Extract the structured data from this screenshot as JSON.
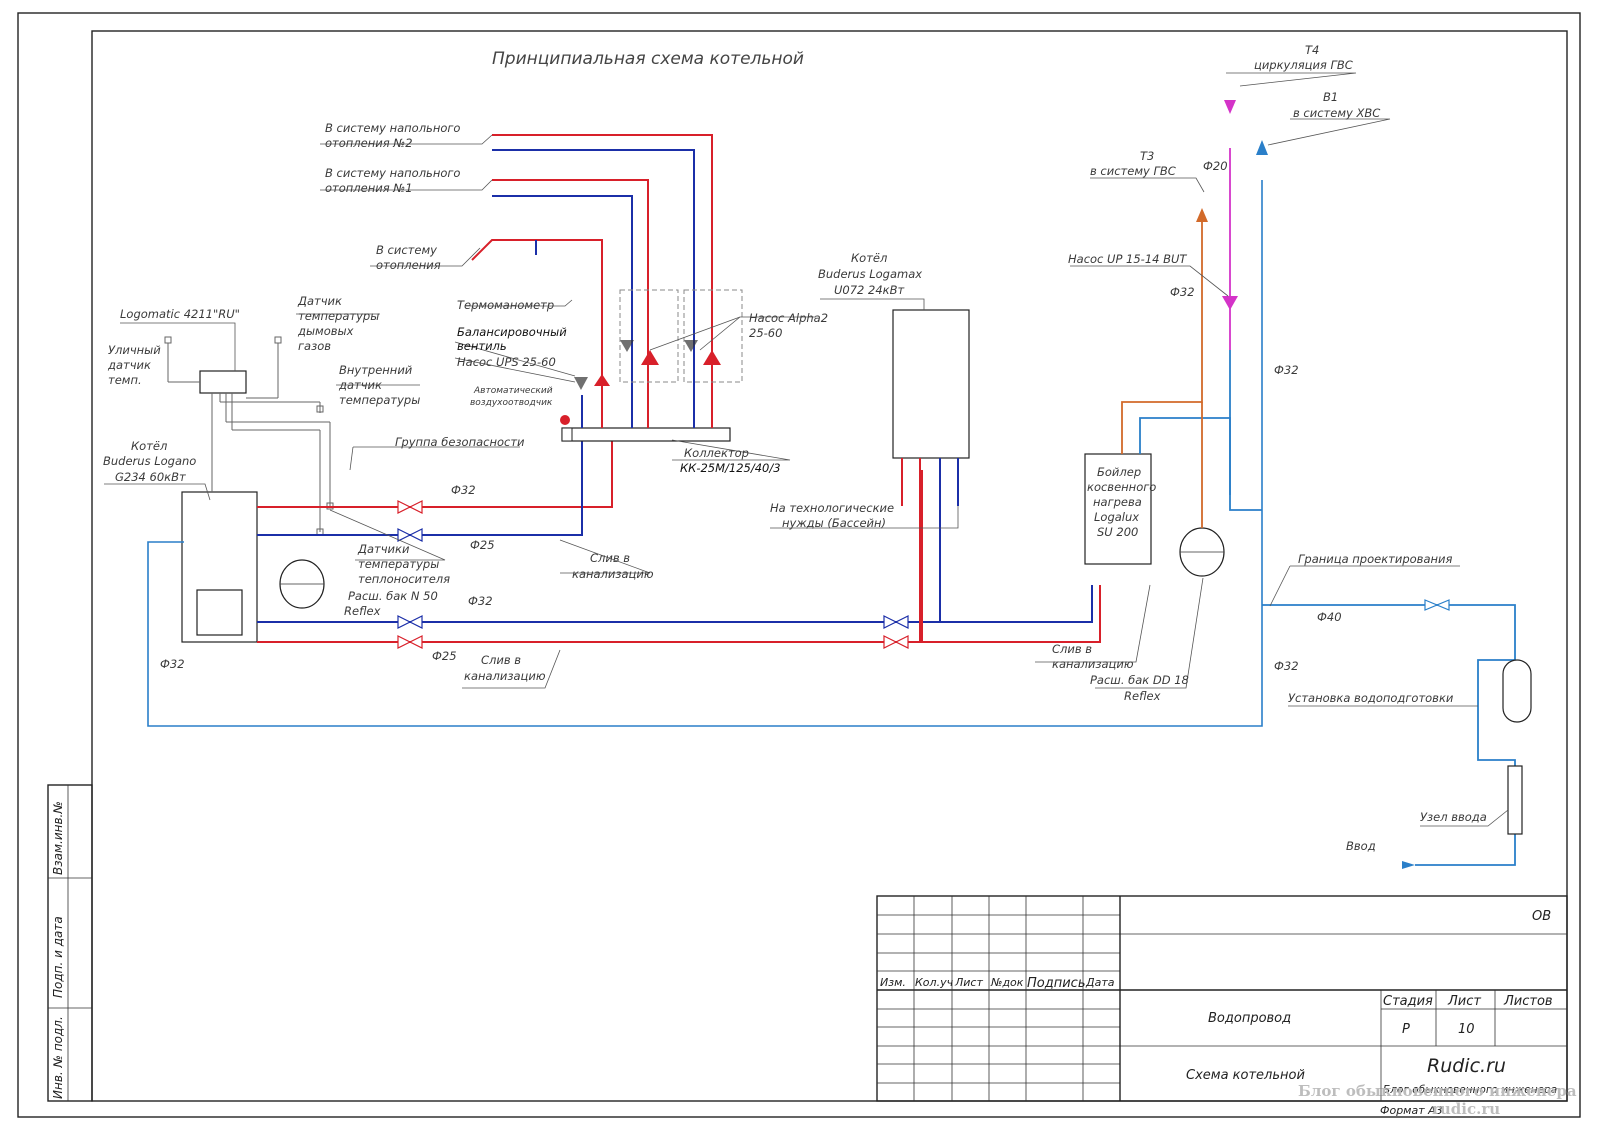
{
  "drawing": {
    "title": "Принципиальная схема котельной",
    "labels": {
      "t4": "Т4",
      "t4_desc": "циркуляция ГВС",
      "b1": "В1",
      "b1_desc": "в систему ХВС",
      "t3": "Т3",
      "t3_desc": "в систему ГВС",
      "d20": "Ф20",
      "pump_up": "Насос UP 15-14 BUT",
      "d32_a": "Ф32",
      "d32_b": "Ф32",
      "d32_c": "Ф32",
      "d32_d": "Ф32",
      "d32_e": "Ф32",
      "d32_f": "Ф32",
      "d25_a": "Ф25",
      "d25_b": "Ф25",
      "d40": "Ф40",
      "floor2_l1": "В систему напольного",
      "floor2_l2": "отопления №2",
      "floor1_l1": "В систему напольного",
      "floor1_l2": "отопления №1",
      "heat_l1": "В систему",
      "heat_l2": "отопления",
      "logomatic": "Logomatic 4211\"RU\"",
      "flue_l1": "Датчик",
      "flue_l2": "температуры",
      "flue_l3": "дымовых",
      "flue_l4": "газов",
      "street_l1": "Уличный",
      "street_l2": "датчик",
      "street_l3": "темп.",
      "inner_l1": "Внутренний",
      "inner_l2": "датчик",
      "inner_l3": "температуры",
      "thermo": "Термоманометр",
      "balance_l1": "Балансировочный",
      "balance_l2": "вентиль",
      "pump_ups": "Насос UPS 25-60",
      "pump_alpha_l1": "Насос Alpha2",
      "pump_alpha_l2": "25-60",
      "air_l1": "Автоматический",
      "air_l2": "воздухоотводчик",
      "collector_l1": "Коллектор",
      "collector_l2": "КК-25М/125/40/3",
      "boiler1_l1": "Котёл",
      "boiler1_l2": "Buderus Logano",
      "boiler1_l3": "G234 60кВт",
      "safety": "Группа безопасности",
      "coolant_l1": "Датчики",
      "coolant_l2": "температуры",
      "coolant_l3": "теплоносителя",
      "tank50_l1": "Расш. бак N 50",
      "tank50_l2": "Reflex",
      "drain1_l1": "Слив в",
      "drain1_l2": "канализацию",
      "drain2_l1": "Слив в",
      "drain2_l2": "канализацию",
      "drain3_l1": "Слив в",
      "drain3_l2": "канализацию",
      "boiler2_l1": "Котёл",
      "boiler2_l2": "Buderus Logamax",
      "boiler2_l3": "U072 24кВт",
      "tech_l1": "На технологические",
      "tech_l2": "нужды (Бассейн)",
      "dhw_l1": "Бойлер",
      "dhw_l2": "косвенного",
      "dhw_l3": "нагрева",
      "dhw_l4": "Logalux",
      "dhw_l5": "SU 200",
      "tank18_l1": "Расш. бак DD 18",
      "tank18_l2": "Reflex",
      "border": "Граница проектирования",
      "treatment": "Установка водоподготовки",
      "inlet_node": "Узел ввода",
      "inlet": "Ввод"
    }
  },
  "title_block": {
    "code": "ОВ",
    "headers": [
      "Изм.",
      "Кол.уч",
      "Лист",
      "№док",
      "Подпись",
      "Дата"
    ],
    "project": "Водопровод",
    "sheet_name": "Схема котельной",
    "stage_h": "Стадия",
    "sheet_h": "Лист",
    "sheets_h": "Листов",
    "stage": "Р",
    "sheet": "10",
    "sheets": "",
    "org": "Rudic.ru",
    "org_sub": "Блог обыкновенного инженера",
    "format": "Формат А3"
  },
  "side_stamp": {
    "f1": "Взам.инв.№",
    "f2": "Подп. и дата",
    "f3": "Инв. № подл."
  },
  "watermark": {
    "line1": "Блог обыкновенного инженера",
    "line2": "rudic.ru"
  }
}
